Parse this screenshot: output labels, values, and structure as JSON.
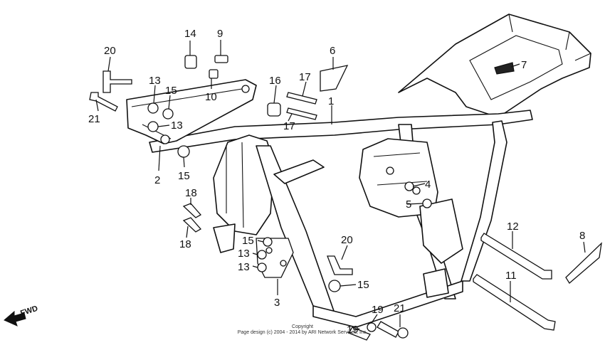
{
  "callouts": [
    {
      "id": "c1",
      "label": "1"
    },
    {
      "id": "c2",
      "label": "2"
    },
    {
      "id": "c3",
      "label": "3"
    },
    {
      "id": "c4",
      "label": "4"
    },
    {
      "id": "c5",
      "label": "5"
    },
    {
      "id": "c6",
      "label": "6"
    },
    {
      "id": "c7",
      "label": "7"
    },
    {
      "id": "c8",
      "label": "8"
    },
    {
      "id": "c9",
      "label": "9"
    },
    {
      "id": "c10",
      "label": "10"
    },
    {
      "id": "c11",
      "label": "11"
    },
    {
      "id": "c12",
      "label": "12"
    },
    {
      "id": "c13a",
      "label": "13"
    },
    {
      "id": "c13b",
      "label": "13"
    },
    {
      "id": "c13c",
      "label": "13"
    },
    {
      "id": "c13d",
      "label": "13"
    },
    {
      "id": "c14",
      "label": "14"
    },
    {
      "id": "c15a",
      "label": "15"
    },
    {
      "id": "c15b",
      "label": "15"
    },
    {
      "id": "c15c",
      "label": "15"
    },
    {
      "id": "c15d",
      "label": "15"
    },
    {
      "id": "c16",
      "label": "16"
    },
    {
      "id": "c17a",
      "label": "17"
    },
    {
      "id": "c17b",
      "label": "17"
    },
    {
      "id": "c18a",
      "label": "18"
    },
    {
      "id": "c18b",
      "label": "18"
    },
    {
      "id": "c19a",
      "label": "19"
    },
    {
      "id": "c19b",
      "label": "19"
    },
    {
      "id": "c20a",
      "label": "20"
    },
    {
      "id": "c20b",
      "label": "20"
    },
    {
      "id": "c21a",
      "label": "21"
    },
    {
      "id": "c21b",
      "label": "21"
    }
  ],
  "direction_marker": {
    "label": "FWD",
    "icon": "arrow-left-icon"
  },
  "copyright": {
    "line1": "Copyright",
    "line2": "Page design (c) 2004 - 2014 by ARI Network Services, Inc."
  }
}
